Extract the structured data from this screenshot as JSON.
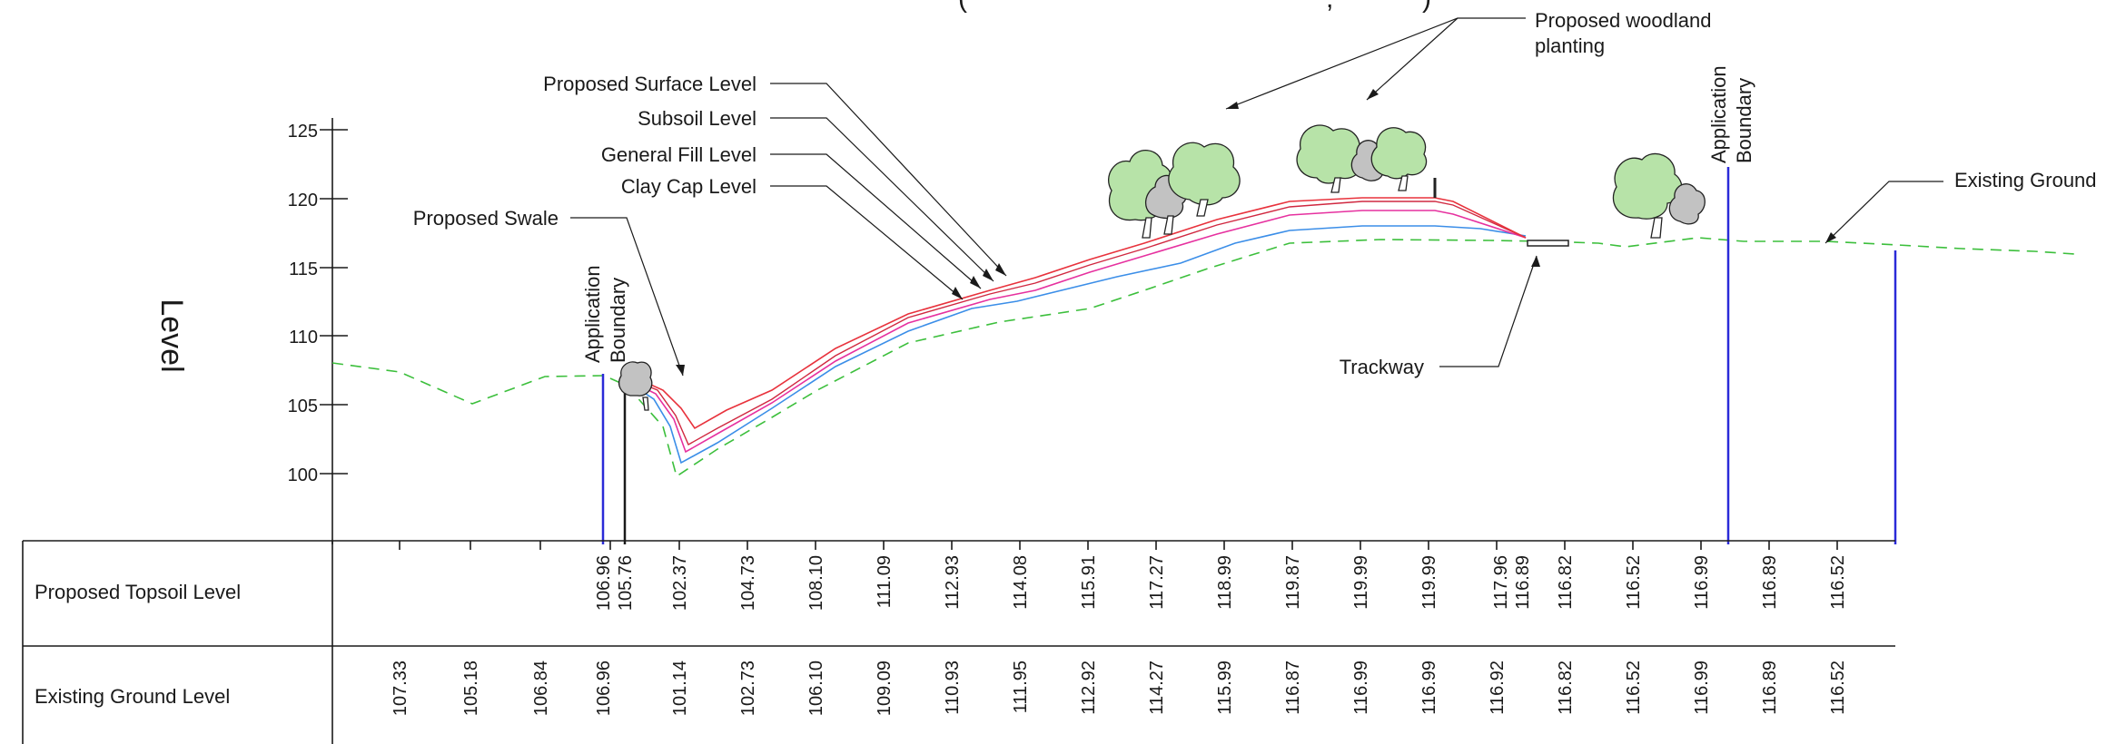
{
  "title_fragment": "(",
  "title_fragment_2": ", ",
  "title_fragment_3": ")",
  "axis": {
    "ylabel": "Level",
    "ticks": [
      "125",
      "120",
      "115",
      "110",
      "105",
      "100"
    ]
  },
  "annotations": {
    "proposed_surface": "Proposed Surface Level",
    "subsoil": "Subsoil Level",
    "general_fill": "General Fill Level",
    "clay_cap": "Clay Cap Level",
    "swale": "Proposed Swale",
    "woodland_line1": "Proposed woodland",
    "woodland_line2": "planting",
    "app_boundary_line1": "Application",
    "app_boundary_line2": "Boundary",
    "existing_ground": "Existing Ground",
    "trackway": "Trackway"
  },
  "table": {
    "row_topsoil_label": "Proposed Topsoil Level",
    "row_existing_label": "Existing Ground Level",
    "topsoil_values": [
      "106.96",
      "105.76",
      "102.37",
      "104.73",
      "108.10",
      "111.09",
      "112.93",
      "114.08",
      "115.91",
      "117.27",
      "118.99",
      "119.87",
      "119.99",
      "119.99",
      "117.96",
      "116.89",
      "116.82",
      "116.52",
      "116.99",
      "116.89",
      "116.52"
    ],
    "existing_values": [
      "107.33",
      "105.18",
      "106.84",
      "106.96",
      "101.14",
      "102.73",
      "106.10",
      "109.09",
      "110.93",
      "111.95",
      "112.92",
      "114.27",
      "115.99",
      "116.87",
      "116.99",
      "116.99",
      "116.92",
      "116.82",
      "116.52",
      "116.99",
      "116.89",
      "116.52"
    ]
  },
  "colors": {
    "existing_ground": "#3cbf3c",
    "proposed_surface": "#e8323c",
    "subsoil": "#e6319f",
    "clay_cap": "#3b8ee8",
    "boundary": "#2a2ad8"
  }
}
